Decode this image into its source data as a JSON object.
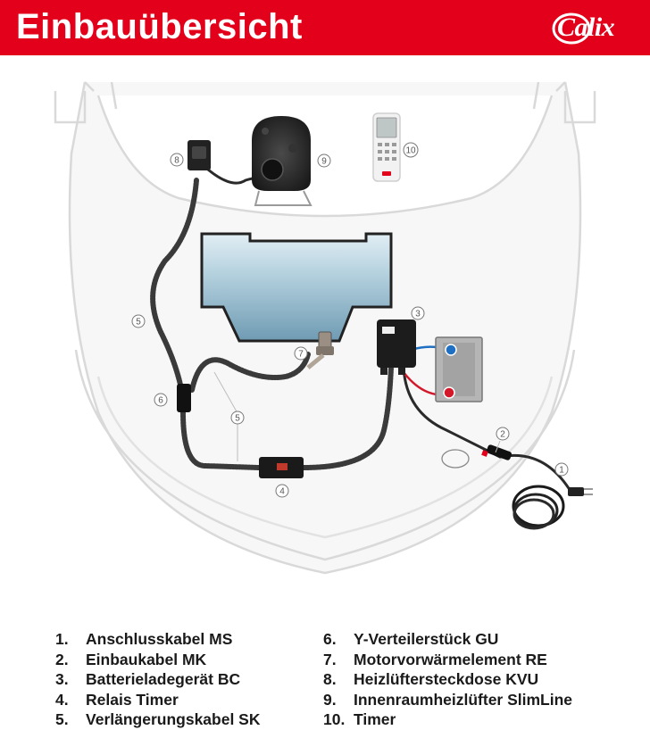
{
  "header": {
    "title": "Einbauübersicht",
    "logo_text": "Calix",
    "background_color": "#e2001a"
  },
  "callouts": [
    "1",
    "2",
    "3",
    "4",
    "5",
    "5",
    "6",
    "7",
    "8",
    "9",
    "10"
  ],
  "legend": {
    "left": [
      {
        "num": "1.",
        "label": "Anschlusskabel MS"
      },
      {
        "num": "2.",
        "label": "Einbaukabel MK"
      },
      {
        "num": "3.",
        "label": "Batterieladegerät BC"
      },
      {
        "num": "4.",
        "label": "Relais Timer"
      },
      {
        "num": "5.",
        "label": "Verlängerungskabel SK"
      }
    ],
    "right": [
      {
        "num": "6.",
        "label": "Y-Verteilerstück GU"
      },
      {
        "num": "7.",
        "label": "Motorvorwärmelement RE"
      },
      {
        "num": "8.",
        "label": "Heizlüftersteckdose KVU"
      },
      {
        "num": "9.",
        "label": "Innenraumheizlüfter SlimLine"
      },
      {
        "num": "10.",
        "label": "Timer"
      }
    ]
  }
}
